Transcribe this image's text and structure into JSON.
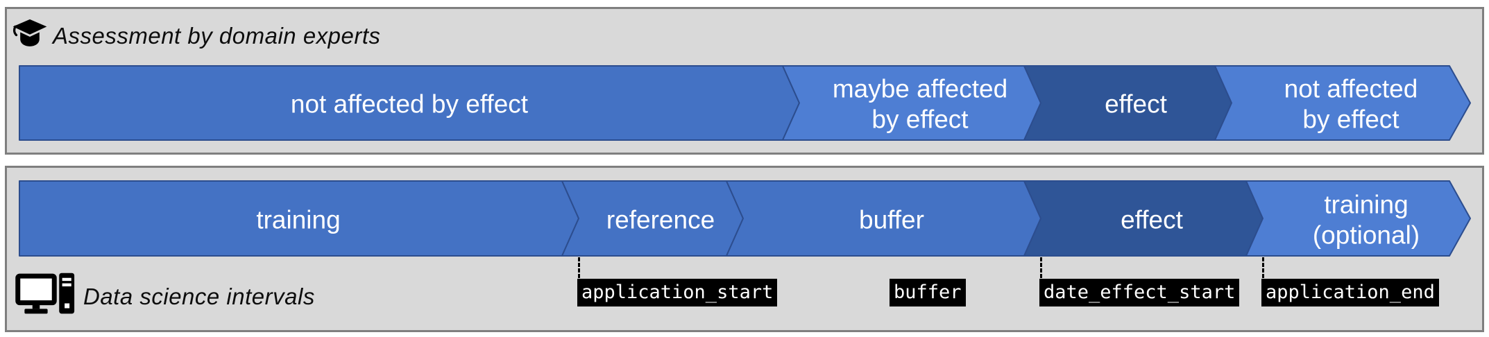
{
  "colors": {
    "medium_blue": "#4472C4",
    "light_blue": "#4E7ED3",
    "dark_blue": "#2F5597",
    "panel_bg": "#d9d9d9",
    "panel_border": "#7f7f7f",
    "label_bg": "#000000",
    "label_text": "#ffffff"
  },
  "experts_panel": {
    "icon": "graduation-cap-icon",
    "title": "Assessment by domain experts",
    "segments": [
      {
        "label": "not affected by effect",
        "tone": "medium",
        "lines": [
          "not affected by effect",
          ""
        ]
      },
      {
        "label": "maybe affected by effect",
        "tone": "light",
        "lines": [
          "maybe affected",
          "by effect"
        ]
      },
      {
        "label": "effect",
        "tone": "dark",
        "lines": [
          "effect",
          ""
        ]
      },
      {
        "label": "not affected by effect",
        "tone": "light",
        "lines": [
          "not affected",
          "by effect"
        ]
      }
    ]
  },
  "datascience_panel": {
    "icon": "desktop-computer-icon",
    "title": "Data science intervals",
    "segments": [
      {
        "label": "training",
        "tone": "medium",
        "lines": [
          "training",
          ""
        ]
      },
      {
        "label": "reference",
        "tone": "medium",
        "lines": [
          "reference",
          ""
        ]
      },
      {
        "label": "buffer",
        "tone": "medium",
        "lines": [
          "buffer",
          ""
        ]
      },
      {
        "label": "effect",
        "tone": "dark",
        "lines": [
          "effect",
          ""
        ]
      },
      {
        "label": "training (optional)",
        "tone": "light",
        "lines": [
          "training",
          "(optional)"
        ]
      }
    ],
    "interval_markers": [
      {
        "label": "application_start",
        "has_dashed_line": true
      },
      {
        "label": "buffer",
        "has_dashed_line": false
      },
      {
        "label": "date_effect_start",
        "has_dashed_line": true
      },
      {
        "label": "application_end",
        "has_dashed_line": true
      }
    ]
  }
}
